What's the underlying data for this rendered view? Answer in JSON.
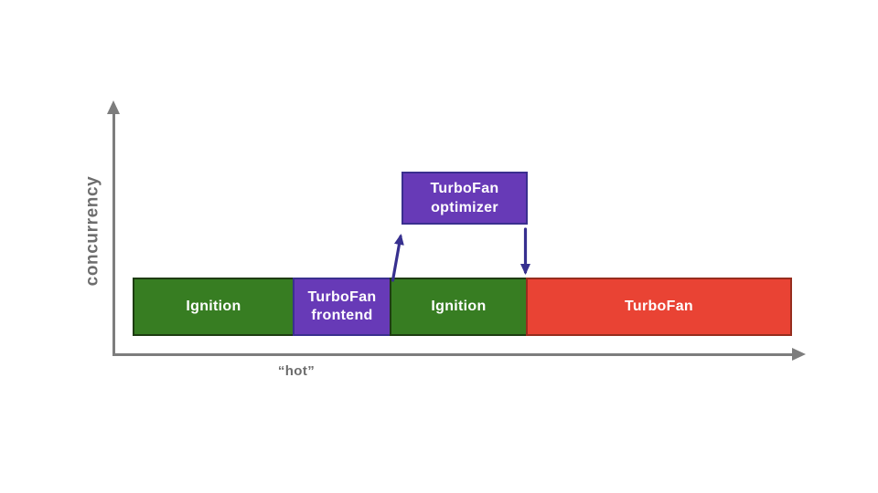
{
  "axes": {
    "y_label": "concurrency",
    "x_label": "“hot”",
    "axis_color": "#7d7d7d",
    "label_color": "#6d6d6d"
  },
  "timeline": {
    "text_color": "#ffffff",
    "segments": [
      {
        "label": "Ignition",
        "fill": "#377d22",
        "border": "#1e3c12"
      },
      {
        "label": "TurboFan frontend",
        "fill": "#673ab7",
        "border": "#3a2f8f"
      },
      {
        "label": "Ignition",
        "fill": "#377d22",
        "border": "#1e3c12"
      },
      {
        "label": "TurboFan",
        "fill": "#e94334",
        "border": "#962d1e"
      }
    ]
  },
  "optimizer": {
    "label": "TurboFan optimizer",
    "fill": "#673ab7",
    "border": "#3a2f8f"
  },
  "arrows": {
    "color": "#37308f"
  }
}
